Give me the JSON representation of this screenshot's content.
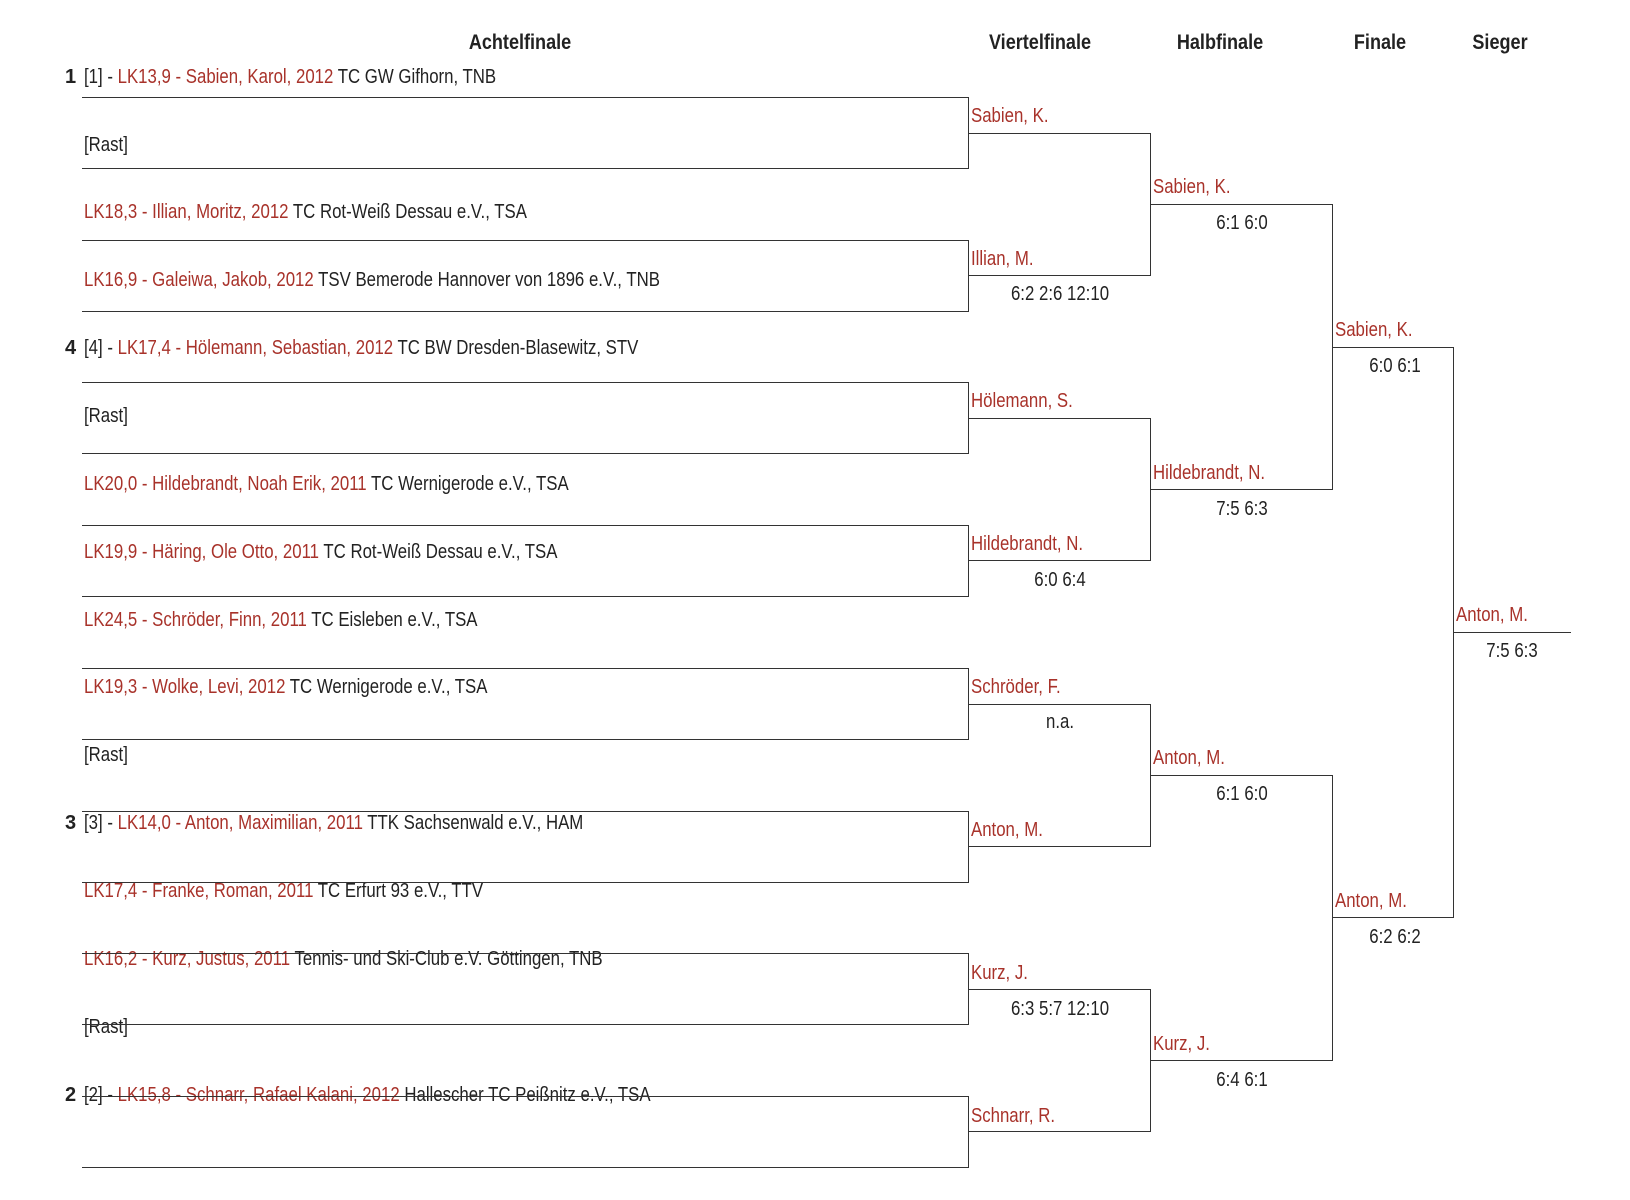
{
  "headers": {
    "r16": "Achtelfinale",
    "qf": "Viertelfinale",
    "sf": "Halbfinale",
    "f": "Finale",
    "winner": "Sieger"
  },
  "entries": [
    {
      "seed": "1",
      "prefix": "[1] - ",
      "player": "LK13,9 - Sabien, Karol, 2012",
      "club": " TC GW Gifhorn, TNB"
    },
    {
      "seed": "",
      "prefix": "",
      "player": "",
      "club": "[Rast]"
    },
    {
      "seed": "",
      "prefix": "",
      "player": "LK18,3 - Illian, Moritz, 2012",
      "club": " TC Rot-Weiß Dessau e.V., TSA"
    },
    {
      "seed": "",
      "prefix": "",
      "player": "LK16,9 - Galeiwa, Jakob, 2012",
      "club": " TSV Bemerode Hannover von 1896 e.V., TNB"
    },
    {
      "seed": "4",
      "prefix": "[4] - ",
      "player": "LK17,4 - Hölemann, Sebastian, 2012",
      "club": " TC BW Dresden-Blasewitz, STV"
    },
    {
      "seed": "",
      "prefix": "",
      "player": "",
      "club": "[Rast]"
    },
    {
      "seed": "",
      "prefix": "",
      "player": "LK20,0 - Hildebrandt, Noah Erik, 2011",
      "club": " TC Wernigerode e.V., TSA"
    },
    {
      "seed": "",
      "prefix": "",
      "player": "LK19,9 - Häring, Ole Otto, 2011",
      "club": " TC Rot-Weiß Dessau e.V., TSA"
    },
    {
      "seed": "",
      "prefix": "",
      "player": "LK24,5 - Schröder, Finn, 2011",
      "club": " TC Eisleben e.V., TSA"
    },
    {
      "seed": "",
      "prefix": "",
      "player": "LK19,3 - Wolke, Levi, 2012",
      "club": " TC Wernigerode e.V., TSA"
    },
    {
      "seed": "",
      "prefix": "",
      "player": "",
      "club": "[Rast]"
    },
    {
      "seed": "3",
      "prefix": "[3] - ",
      "player": "LK14,0 - Anton, Maximilian, 2011",
      "club": " TTK Sachsenwald e.V., HAM"
    },
    {
      "seed": "",
      "prefix": "",
      "player": "LK17,4 - Franke, Roman, 2011",
      "club": " TC Erfurt 93 e.V., TTV"
    },
    {
      "seed": "",
      "prefix": "",
      "player": "LK16,2 - Kurz, Justus, 2011",
      "club": " Tennis- und Ski-Club e.V. Göttingen, TNB"
    },
    {
      "seed": "",
      "prefix": "",
      "player": "",
      "club": "[Rast]"
    },
    {
      "seed": "2",
      "prefix": "[2] - ",
      "player": "LK15,8 - Schnarr, Rafael Kalani, 2012",
      "club": " Hallescher TC Peißnitz e.V., TSA"
    }
  ],
  "qf": [
    {
      "name": "Sabien, K.",
      "score": ""
    },
    {
      "name": "Illian, M.",
      "score": "6:2 2:6 12:10"
    },
    {
      "name": "Hölemann, S.",
      "score": ""
    },
    {
      "name": "Hildebrandt, N.",
      "score": "6:0 6:4"
    },
    {
      "name": "Schröder, F.",
      "score": "n.a."
    },
    {
      "name": "Anton, M.",
      "score": ""
    },
    {
      "name": "Kurz, J.",
      "score": "6:3 5:7 12:10"
    },
    {
      "name": "Schnarr, R.",
      "score": ""
    }
  ],
  "sf": [
    {
      "name": "Sabien, K.",
      "score": "6:1 6:0"
    },
    {
      "name": "Hildebrandt, N.",
      "score": "7:5 6:3"
    },
    {
      "name": "Anton, M.",
      "score": "6:1 6:0"
    },
    {
      "name": "Kurz, J.",
      "score": "6:4 6:1"
    }
  ],
  "final": [
    {
      "name": "Sabien, K.",
      "score": "6:0 6:1"
    },
    {
      "name": "Anton, M.",
      "score": "6:2 6:2"
    }
  ],
  "winner": {
    "name": "Anton, M.",
    "score": "7:5 6:3"
  }
}
